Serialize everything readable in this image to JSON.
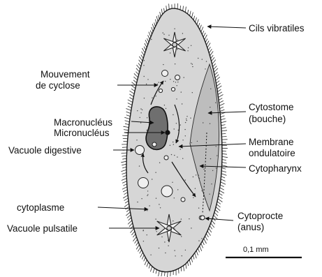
{
  "diagram": {
    "labels": {
      "cils_vibratiles": "Cils vibratiles",
      "mouvement_line1": "Mouvement",
      "mouvement_line2": "de cyclose",
      "cytostome_line1": "Cytostome",
      "cytostome_line2": "(bouche)",
      "macronucleus": "Macronucléus",
      "micronucleus": "Micronucléus",
      "vacuole_digestive": "Vacuole digestive",
      "membrane_line1": "Membrane",
      "membrane_line2": "ondulatoire",
      "cytopharynx": "Cytopharynx",
      "cytoplasme": "cytoplasme",
      "cytoprocte_line1": "Cytoprocte",
      "cytoprocte_line2": "(anus)",
      "vacuole_pulsatile": "Vacuole pulsatile"
    },
    "scale_bar": {
      "label": "0,1 mm"
    },
    "colors": {
      "cell_fill": "#d6d6d6",
      "cell_outline": "#1a1a1a",
      "cytostome_fill": "#bdbdbd",
      "macronucleus_fill": "#6f6f6f",
      "micronucleus_fill": "#111111",
      "vacuole_fill": "#efefef",
      "text": "#111111"
    }
  }
}
